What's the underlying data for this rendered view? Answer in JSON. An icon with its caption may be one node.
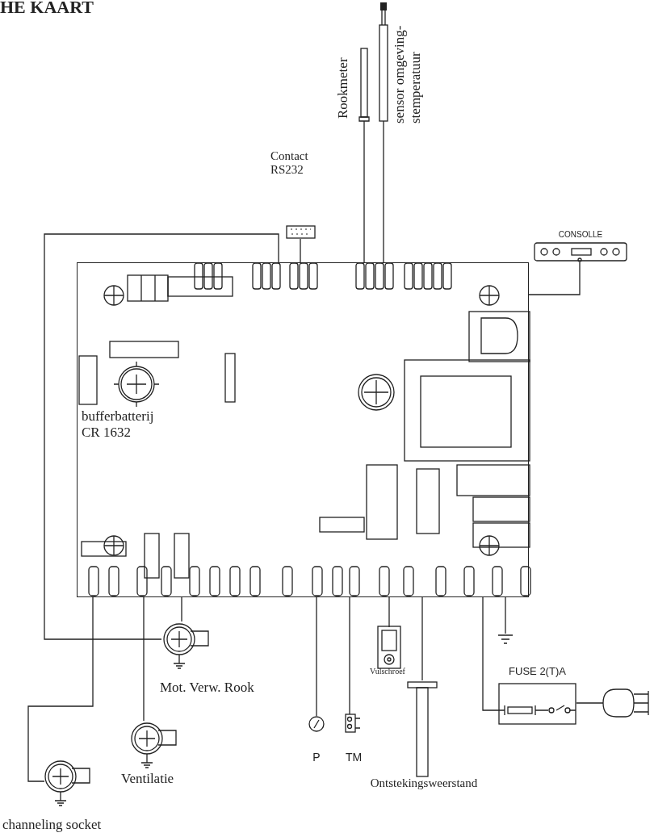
{
  "diagram": {
    "title": "HE KAART",
    "nodes": [
      {
        "text": [],
        "shape": "box"
      },
      {
        "text": [
          "bufferbatterij CR 1632"
        ],
        "in": 0
      },
      {
        "text": [
          "Contact RS232"
        ]
      },
      {
        "text": [
          "Rookmeter"
        ]
      },
      {
        "text": [
          "sensor omgeving- stemperatuur"
        ]
      },
      {
        "text": [
          "CONSOLLE"
        ]
      },
      {
        "text": [
          "Mot. Verw. Rook"
        ]
      },
      {
        "text": [
          "Ventilatie"
        ]
      },
      {
        "text": [
          "channeling socket"
        ]
      },
      {
        "text": [
          "P"
        ]
      },
      {
        "text": [
          "TM"
        ]
      },
      {
        "text": [
          "Vulschroef"
        ]
      },
      {
        "text": [
          "Ontstekingsweerstand"
        ]
      },
      {
        "text": [],
        "shape": "ground"
      },
      {
        "text": [
          "FUSE 2(T)A"
        ]
      },
      {
        "text": [],
        "shape": "picture"
      }
    ],
    "edges": [
      {
        "from": 0,
        "to": 2,
        "arrow": "none"
      },
      {
        "from": 0,
        "to": 3,
        "arrow": "none"
      },
      {
        "from": 0,
        "to": 4,
        "arrow": "none"
      },
      {
        "from": 0,
        "to": 5,
        "arrow": "none"
      },
      {
        "from": 0,
        "to": 6,
        "arrow": "none"
      },
      {
        "from": 0,
        "to": 6,
        "arrow": "none"
      },
      {
        "from": 0,
        "to": 7,
        "arrow": "none"
      },
      {
        "from": 0,
        "to": 8,
        "arrow": "none"
      },
      {
        "from": 0,
        "to": 9,
        "arrow": "none"
      },
      {
        "from": 0,
        "to": 10,
        "arrow": "none"
      },
      {
        "from": 0,
        "to": 11,
        "arrow": "none"
      },
      {
        "from": 0,
        "to": 12,
        "arrow": "none"
      },
      {
        "from": 0,
        "to": 13,
        "arrow": "none"
      },
      {
        "from": 0,
        "to": 14,
        "arrow": "none"
      },
      {
        "from": 14,
        "to": 15,
        "arrow": "none"
      }
    ]
  }
}
